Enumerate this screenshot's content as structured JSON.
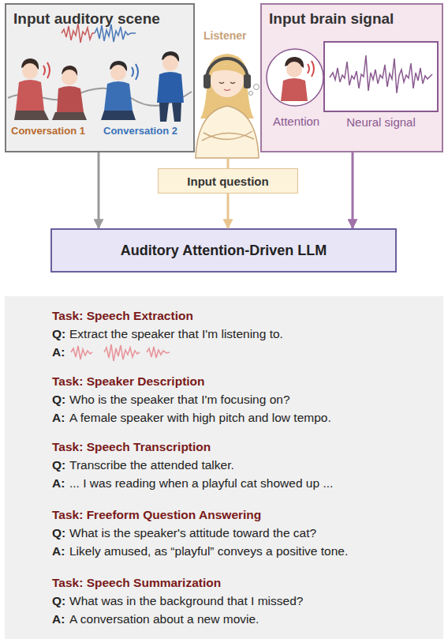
{
  "diagram": {
    "nodes": [
      {
        "text": [
          "Input auditory scene"
        ]
      },
      {
        "text": [
          "Input brain signal"
        ]
      },
      {
        "text": [
          "Neural signal"
        ],
        "in": 1
      },
      {
        "text": [
          "Input question"
        ]
      },
      {
        "text": [
          "Auditory Attention-Driven LLM"
        ]
      },
      {
        "text": [
          "Task: Speech Extraction",
          "Q:",
          "Extract the speaker that I'm listening to.",
          "A:",
          "Task: Speaker Description",
          "Q:",
          "Who is the speaker that I'm focusing on?",
          "A:",
          "A female speaker with high pitch and low tempo.",
          "Task: Speech Transcription",
          "Q:",
          "Transcribe the attended talker.",
          "A:",
          "... I was reading when a playful cat showed up ...",
          "Task: Freeform Question Answering",
          "Q:",
          "What is the speaker's attitude toward the cat?",
          "A:",
          "Likely amused, as “playful” conveys a positive tone.",
          "Task: Speech Summarization",
          "Q:",
          "What was in the background that I missed?",
          "A:",
          "A conversation about a new movie."
        ]
      }
    ],
    "edges": [
      {
        "from": 0,
        "to": 4,
        "arrow": "to"
      },
      {
        "from": 3,
        "to": 4,
        "arrow": "to"
      },
      {
        "from": 1,
        "to": 4,
        "arrow": "to"
      }
    ],
    "labels": [
      "Conversation 1",
      "Conversation 2",
      "Listener",
      "Attention"
    ]
  }
}
